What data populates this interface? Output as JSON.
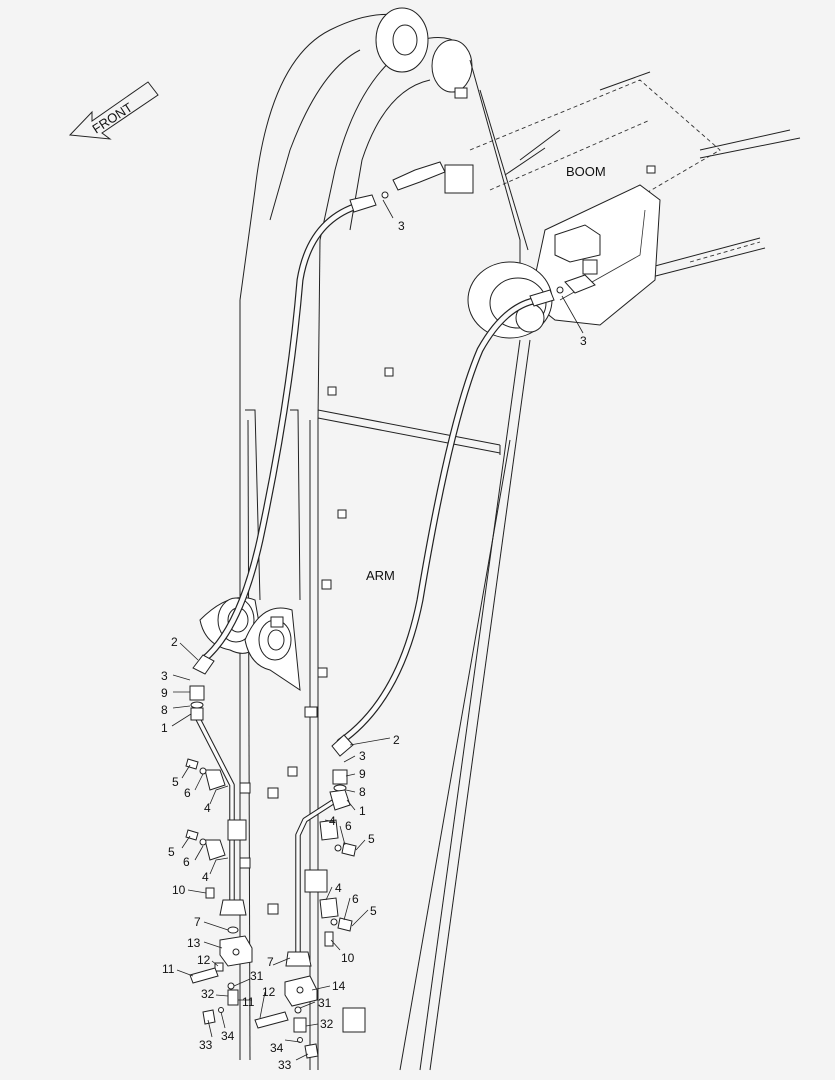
{
  "labels": {
    "front": "FRONT",
    "boom": "BOOM",
    "arm": "ARM"
  },
  "callouts": [
    {
      "id": "c3-top",
      "text": "3"
    },
    {
      "id": "c3-right",
      "text": "3"
    },
    {
      "id": "c2-left",
      "text": "2"
    },
    {
      "id": "c3-left",
      "text": "3"
    },
    {
      "id": "c9-left",
      "text": "9"
    },
    {
      "id": "c8-left",
      "text": "8"
    },
    {
      "id": "c1-left",
      "text": "1"
    },
    {
      "id": "c5-left-a",
      "text": "5"
    },
    {
      "id": "c6-left-a",
      "text": "6"
    },
    {
      "id": "c4-left-a",
      "text": "4"
    },
    {
      "id": "c5-left-b",
      "text": "5"
    },
    {
      "id": "c6-left-b",
      "text": "6"
    },
    {
      "id": "c4-left-b",
      "text": "4"
    },
    {
      "id": "c10-left",
      "text": "10"
    },
    {
      "id": "c7-left",
      "text": "7"
    },
    {
      "id": "c13",
      "text": "13"
    },
    {
      "id": "c12-left",
      "text": "12"
    },
    {
      "id": "c11-left",
      "text": "11"
    },
    {
      "id": "c31-left",
      "text": "31"
    },
    {
      "id": "c32-left",
      "text": "32"
    },
    {
      "id": "c11-mid",
      "text": "11"
    },
    {
      "id": "c33-left",
      "text": "33"
    },
    {
      "id": "c34-left",
      "text": "34"
    },
    {
      "id": "c2-right",
      "text": "2"
    },
    {
      "id": "c3-right-b",
      "text": "3"
    },
    {
      "id": "c9-right",
      "text": "9"
    },
    {
      "id": "c8-right",
      "text": "8"
    },
    {
      "id": "c1-right",
      "text": "1"
    },
    {
      "id": "c4-right-a",
      "text": "4"
    },
    {
      "id": "c6-right-a",
      "text": "6"
    },
    {
      "id": "c5-right-a",
      "text": "5"
    },
    {
      "id": "c4-right-b",
      "text": "4"
    },
    {
      "id": "c6-right-b",
      "text": "6"
    },
    {
      "id": "c5-right-b",
      "text": "5"
    },
    {
      "id": "c10-right",
      "text": "10"
    },
    {
      "id": "c7-right",
      "text": "7"
    },
    {
      "id": "c12-right",
      "text": "12"
    },
    {
      "id": "c14",
      "text": "14"
    },
    {
      "id": "c31-right",
      "text": "31"
    },
    {
      "id": "c32-right",
      "text": "32"
    },
    {
      "id": "c34-right",
      "text": "34"
    },
    {
      "id": "c33-right",
      "text": "33"
    }
  ]
}
